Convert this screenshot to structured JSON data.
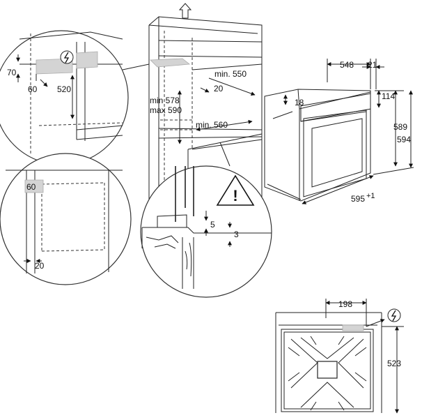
{
  "labels": {
    "d70": "70",
    "d60a": "60",
    "d520": "520",
    "min578": "min 578",
    "max590": "max 590",
    "min550": "min. 550",
    "d20a": "20",
    "min560": "min. 560",
    "d548": "548",
    "d21": "21",
    "d18": "18",
    "d114": "114",
    "d589": "589",
    "d594": "594",
    "d595": "595",
    "d595tol": "+1",
    "d60b": "60",
    "d20b": "20",
    "d5": "5",
    "d3": "3",
    "d198": "198",
    "d523": "523",
    "warning_symbol": "!"
  },
  "icons": {
    "up_arrow": "up-arrow-icon",
    "electric": "electric-connection-icon",
    "warning": "warning-triangle-icon"
  }
}
